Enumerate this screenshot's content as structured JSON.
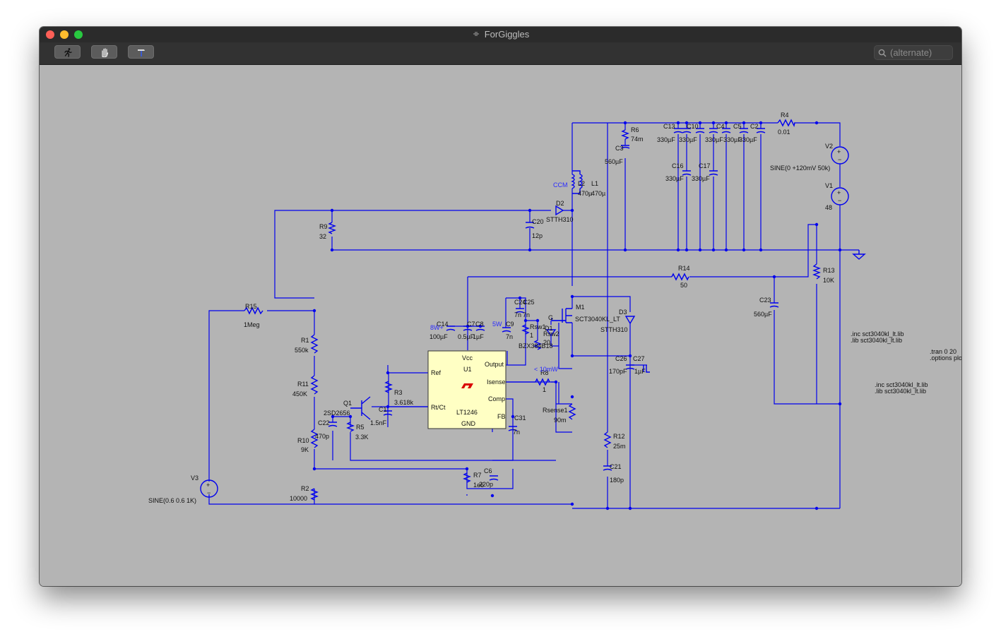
{
  "window": {
    "title": "ForGiggles"
  },
  "toolbar": {
    "buttons": [
      {
        "icon": "running-figure-icon"
      },
      {
        "icon": "hand-icon"
      },
      {
        "icon": "hammer-icon"
      }
    ],
    "search_placeholder": "(alternate)"
  },
  "schematic": {
    "components": [
      {
        "ref": "R4",
        "value": "0.01"
      },
      {
        "ref": "R6",
        "value": "74m"
      },
      {
        "ref": "C3",
        "value": "560µF"
      },
      {
        "ref": "C13",
        "value": "330µF"
      },
      {
        "ref": "C10",
        "value": "330µF"
      },
      {
        "ref": "C4",
        "value": "330µF"
      },
      {
        "ref": "C5",
        "value": "330µF"
      },
      {
        "ref": "C2",
        "value": "330µF"
      },
      {
        "ref": "C16",
        "value": "330µF"
      },
      {
        "ref": "C17",
        "value": "330µF"
      },
      {
        "ref": "V2",
        "value": "SINE(0 +120mV 50k)"
      },
      {
        "ref": "V1",
        "value": "48"
      },
      {
        "ref": "L2",
        "value": "470µ"
      },
      {
        "ref": "L1",
        "value": "470µ"
      },
      {
        "ref": "D2",
        "value": "STTH310"
      },
      {
        "ref": "C20",
        "value": "12p"
      },
      {
        "ref": "R9",
        "value": "32"
      },
      {
        "ref": "R14",
        "value": "50"
      },
      {
        "ref": "R13",
        "value": "10K"
      },
      {
        "ref": "C23",
        "value": "560µF"
      },
      {
        "ref": "R15",
        "value": "1Meg"
      },
      {
        "ref": "R1",
        "value": "550k"
      },
      {
        "ref": "R11",
        "value": "450K"
      },
      {
        "ref": "R10",
        "value": "9K"
      },
      {
        "ref": "R2",
        "value": "10000"
      },
      {
        "ref": "V3",
        "value": "SINE(0.6 0.6 1K)"
      },
      {
        "ref": "M1",
        "value": "SCT3040KL_LT"
      },
      {
        "ref": "D3",
        "value": "STTH310"
      },
      {
        "ref": "C26",
        "value": "170pF"
      },
      {
        "ref": "C27",
        "value": "1µF"
      },
      {
        "ref": "C14",
        "value": "100µF"
      },
      {
        "ref": "C7",
        "value": "0.5µF"
      },
      {
        "ref": "C8",
        "value": "1µF"
      },
      {
        "ref": "C9",
        "value": "7n"
      },
      {
        "ref": "C24",
        "value": "7n"
      },
      {
        "ref": "C25",
        "value": "7n"
      },
      {
        "ref": "Rsw1",
        "value": "1"
      },
      {
        "ref": "Rsw2",
        "value": "20"
      },
      {
        "ref": "D1",
        "value": "BZX384B18"
      },
      {
        "ref": "R8",
        "value": "1"
      },
      {
        "ref": "Rsense1",
        "value": "90m"
      },
      {
        "ref": "R12",
        "value": "25m"
      },
      {
        "ref": "C21",
        "value": "180p"
      },
      {
        "ref": "Q1",
        "value": "2SD2656"
      },
      {
        "ref": "R3",
        "value": "3.618k"
      },
      {
        "ref": "C1",
        "value": "1.5nF"
      },
      {
        "ref": "C22",
        "value": "470p"
      },
      {
        "ref": "R5",
        "value": "3.3K"
      },
      {
        "ref": "C31",
        "value": "7n"
      },
      {
        "ref": "R7",
        "value": "1e6"
      },
      {
        "ref": "C6",
        "value": "220p"
      }
    ],
    "ic": {
      "ref": "U1",
      "part": "LT1246",
      "pins": {
        "vcc": "Vcc",
        "ref": "Ref",
        "rtct": "Rt/Ct",
        "output": "Output",
        "isense": "Isense",
        "comp": "Comp",
        "fb": "FB",
        "gnd": "GND"
      }
    },
    "net_labels": {
      "ccm": "CCM",
      "w8": "8W+",
      "w5": "5W",
      "gate": "G",
      "power": "< 10mW"
    },
    "directives": [
      ".inc sct3040kl_lt.lib",
      ".lib sct3040kl_lt.lib",
      ".tran 0 20",
      ".options plo",
      ".inc sct3040kl_lt.lib",
      ".lib sct3040kl_lt.lib"
    ]
  }
}
